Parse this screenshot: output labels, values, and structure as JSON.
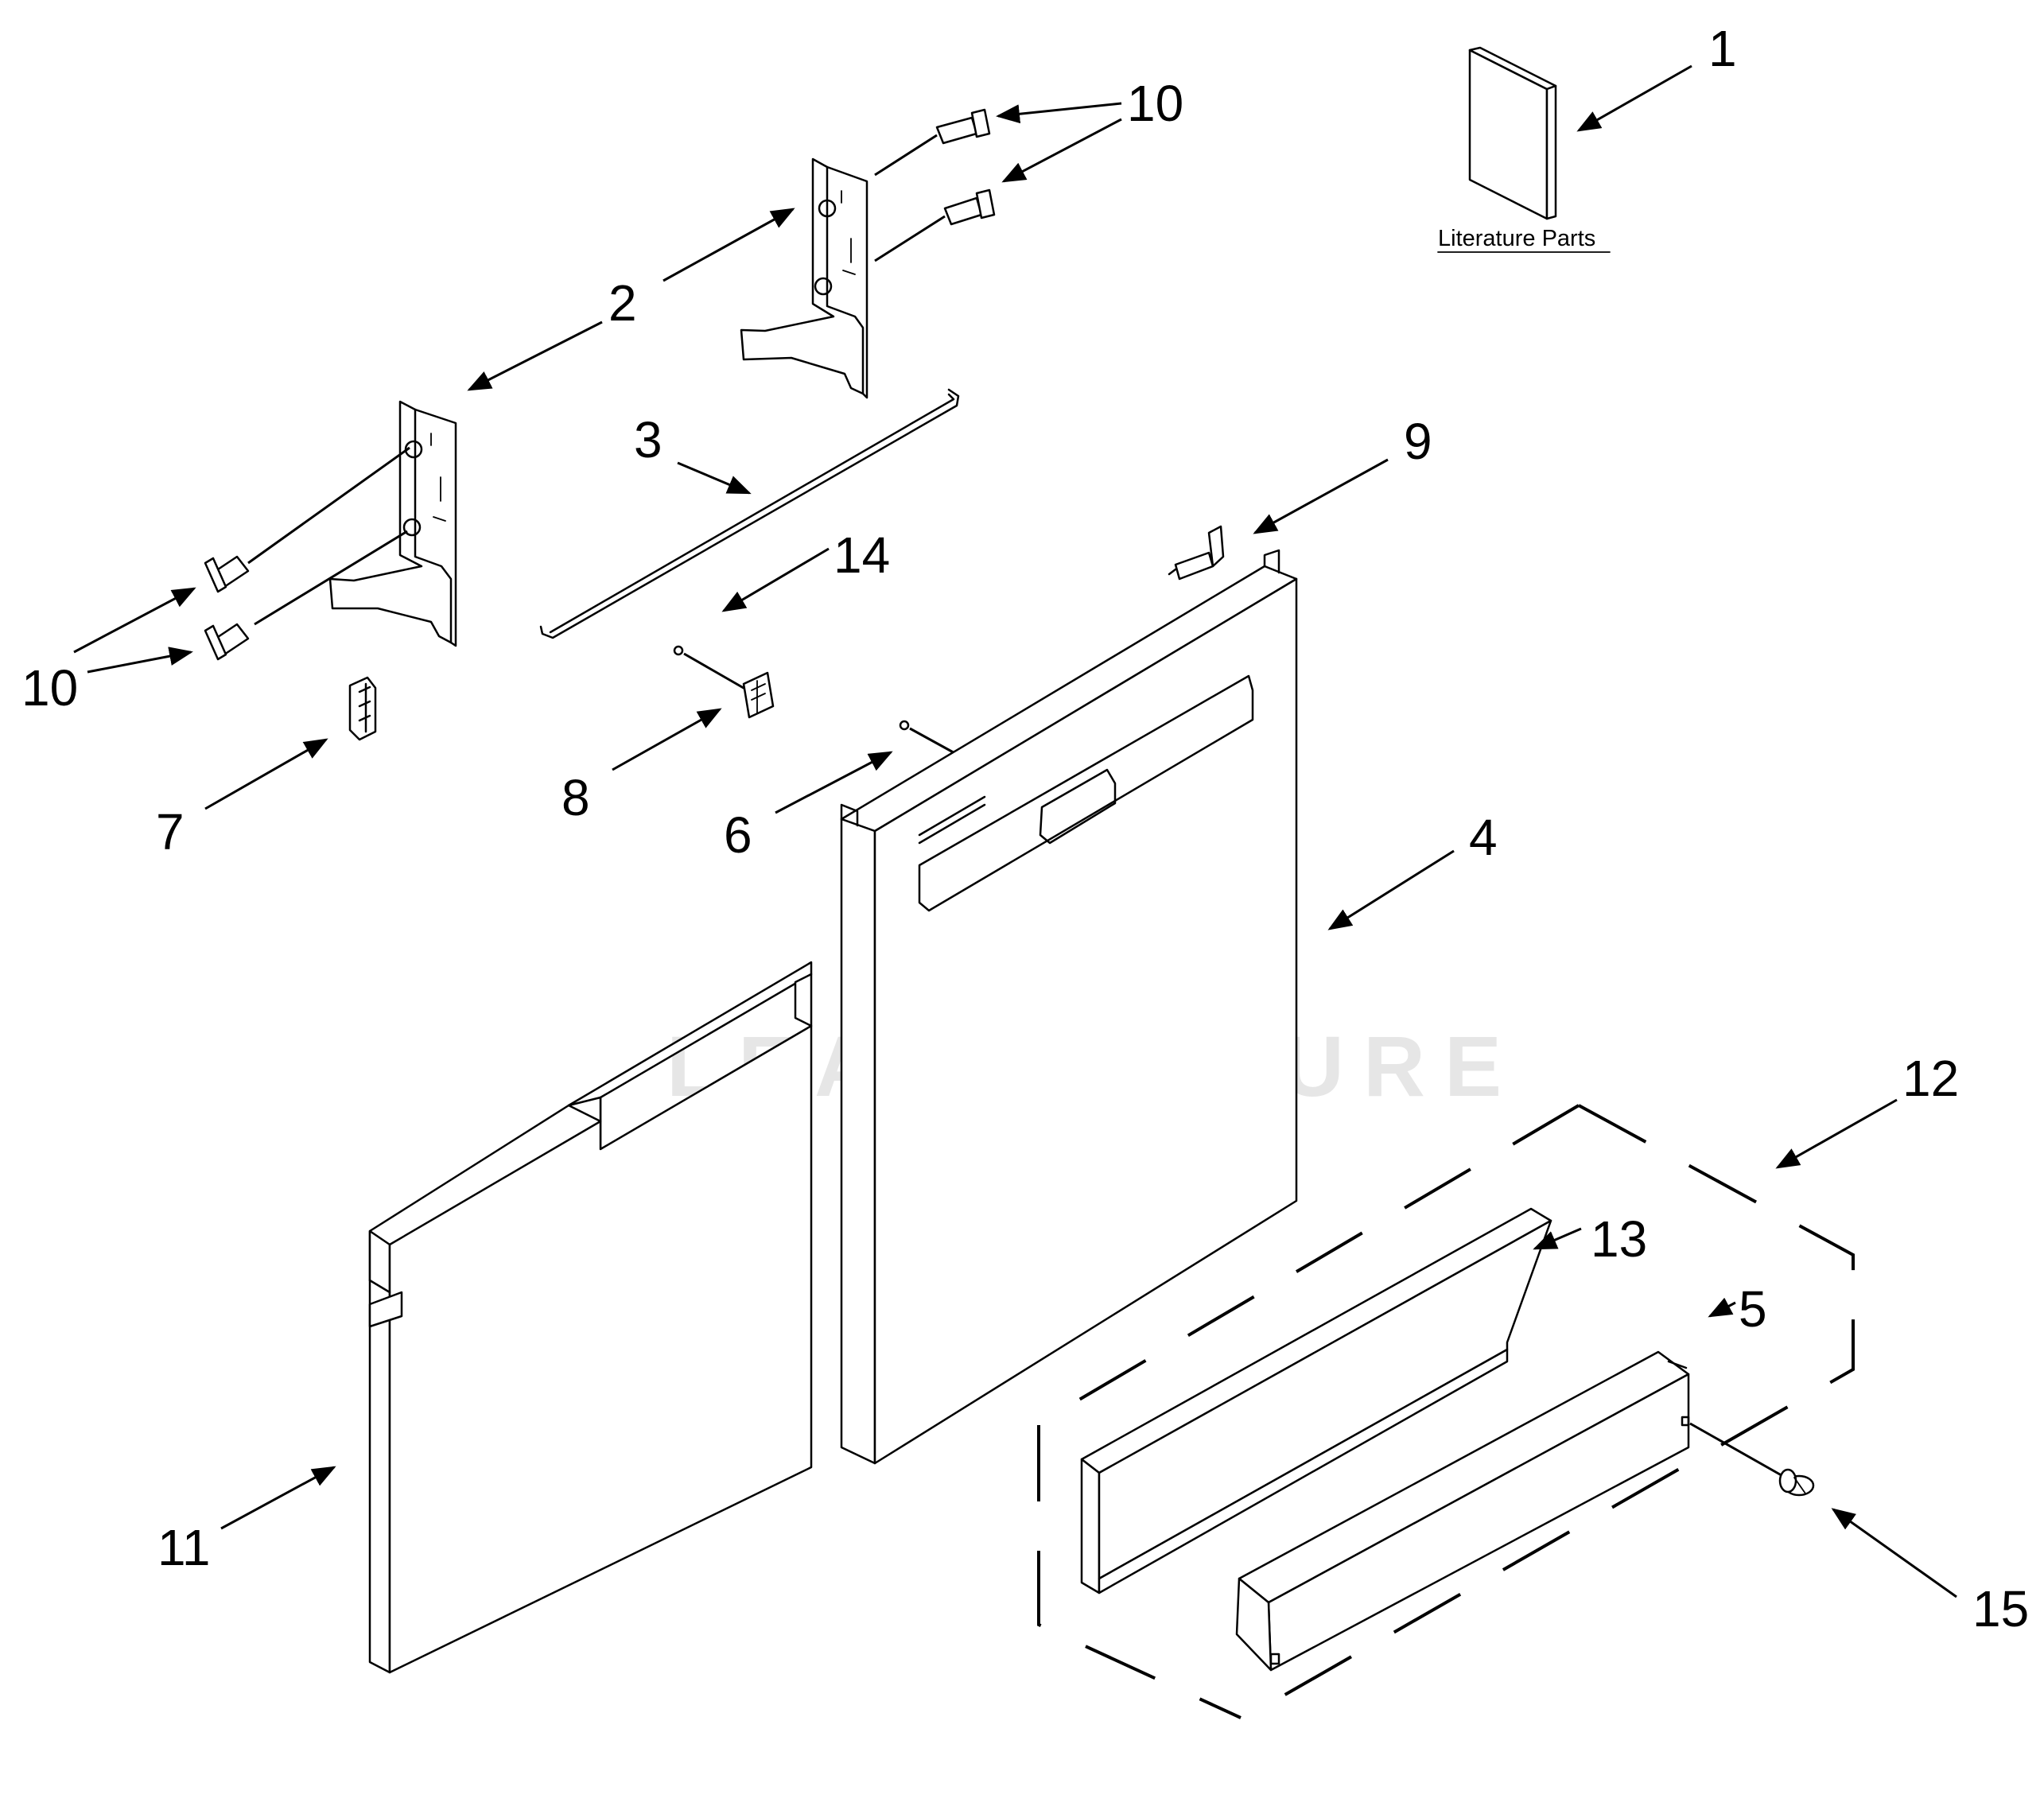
{
  "literature_caption": "Literature Parts",
  "watermark": "LEADVENTURE",
  "callouts": [
    "1",
    "2",
    "3",
    "4",
    "5",
    "6",
    "7",
    "8",
    "9",
    "10",
    "10",
    "11",
    "12",
    "13",
    "14",
    "15"
  ],
  "colors": {
    "ink": "#000000",
    "background": "#ffffff",
    "watermark": "#d2d2d2"
  }
}
